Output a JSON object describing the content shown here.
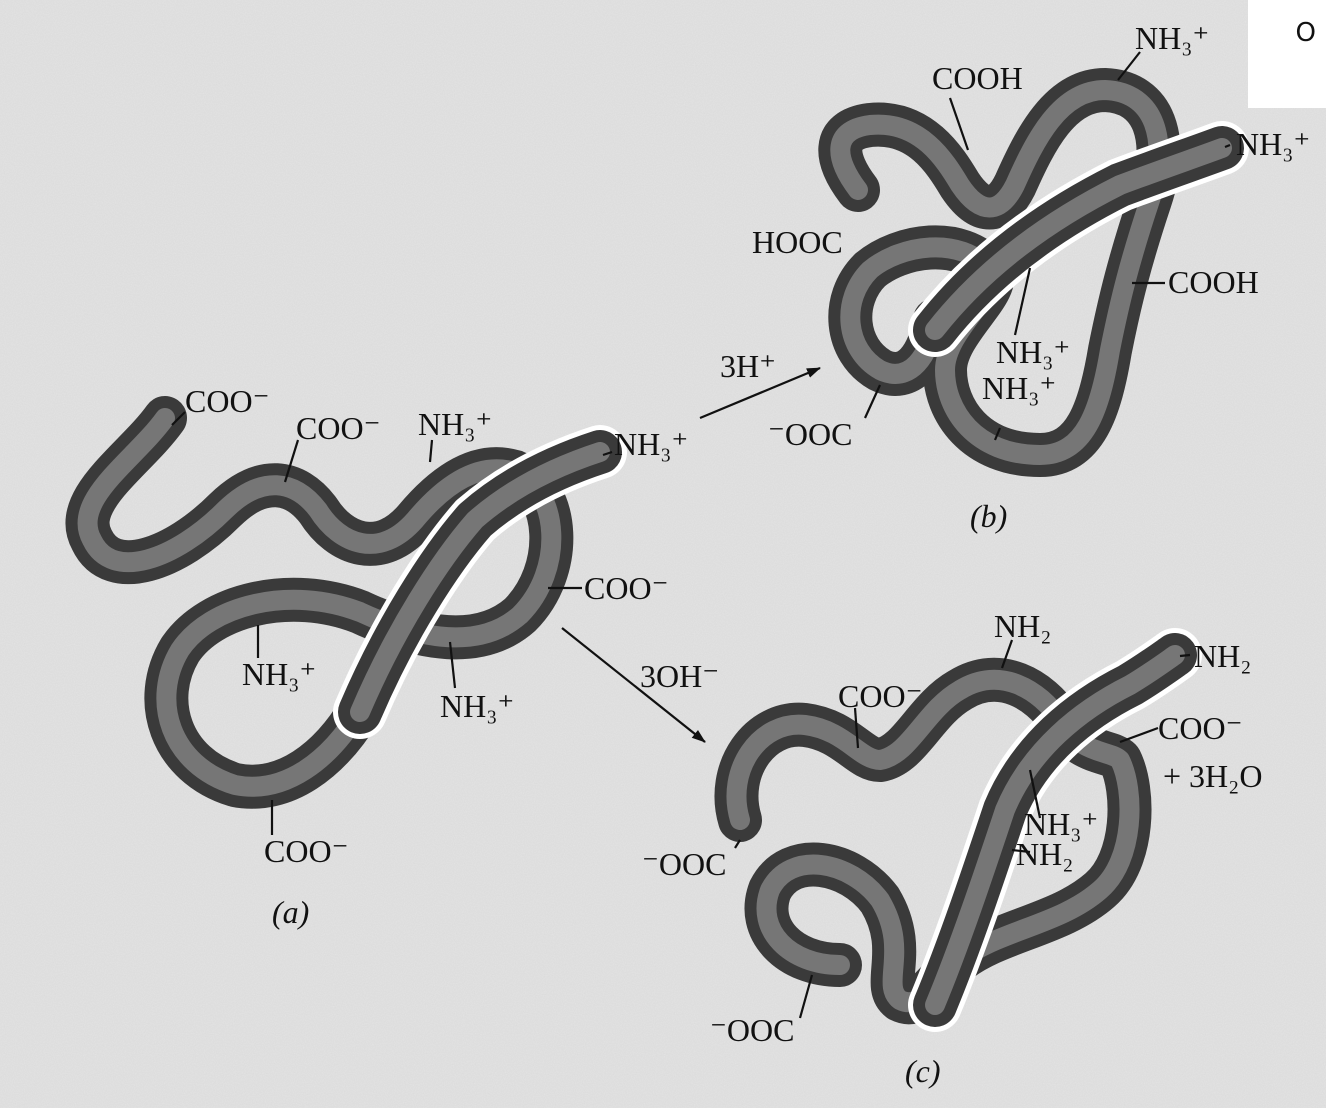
{
  "corner_mark": "O",
  "panel_a": {
    "caption": "(a)",
    "labels": {
      "coo_left_end": "COO⁻",
      "coo_top": "COO⁻",
      "nh3_top": "NH₃⁺",
      "nh3_end": "NH₃⁺",
      "coo_right": "COO⁻",
      "nh3_inner": "NH₃⁺",
      "nh3_lower": "NH₃⁺",
      "coo_bottom": "COO⁻"
    }
  },
  "panel_b": {
    "caption": "(b)",
    "arrow_label": "3H⁺",
    "labels": {
      "nh3_top": "NH₃⁺",
      "cooh_top": "COOH",
      "nh3_end": "NH₃⁺",
      "hooc": "HOOC",
      "cooh_right": "COOH",
      "nh3_inner1": "NH₃⁺",
      "nh3_inner2": "NH₃⁺",
      "ooc_bottom": "⁻OOC"
    }
  },
  "panel_c": {
    "caption": "(c)",
    "arrow_label": "3OH⁻",
    "labels": {
      "nh2_top": "NH₂",
      "nh2_end": "NH₂",
      "coo_top": "COO⁻",
      "coo_right": "COO⁻",
      "water": "+ 3H₂O",
      "nh3_inner": "NH₃⁺",
      "nh2_inner": "NH₂",
      "ooc_left": "⁻OOC",
      "ooc_bottom": "⁻OOC"
    }
  }
}
